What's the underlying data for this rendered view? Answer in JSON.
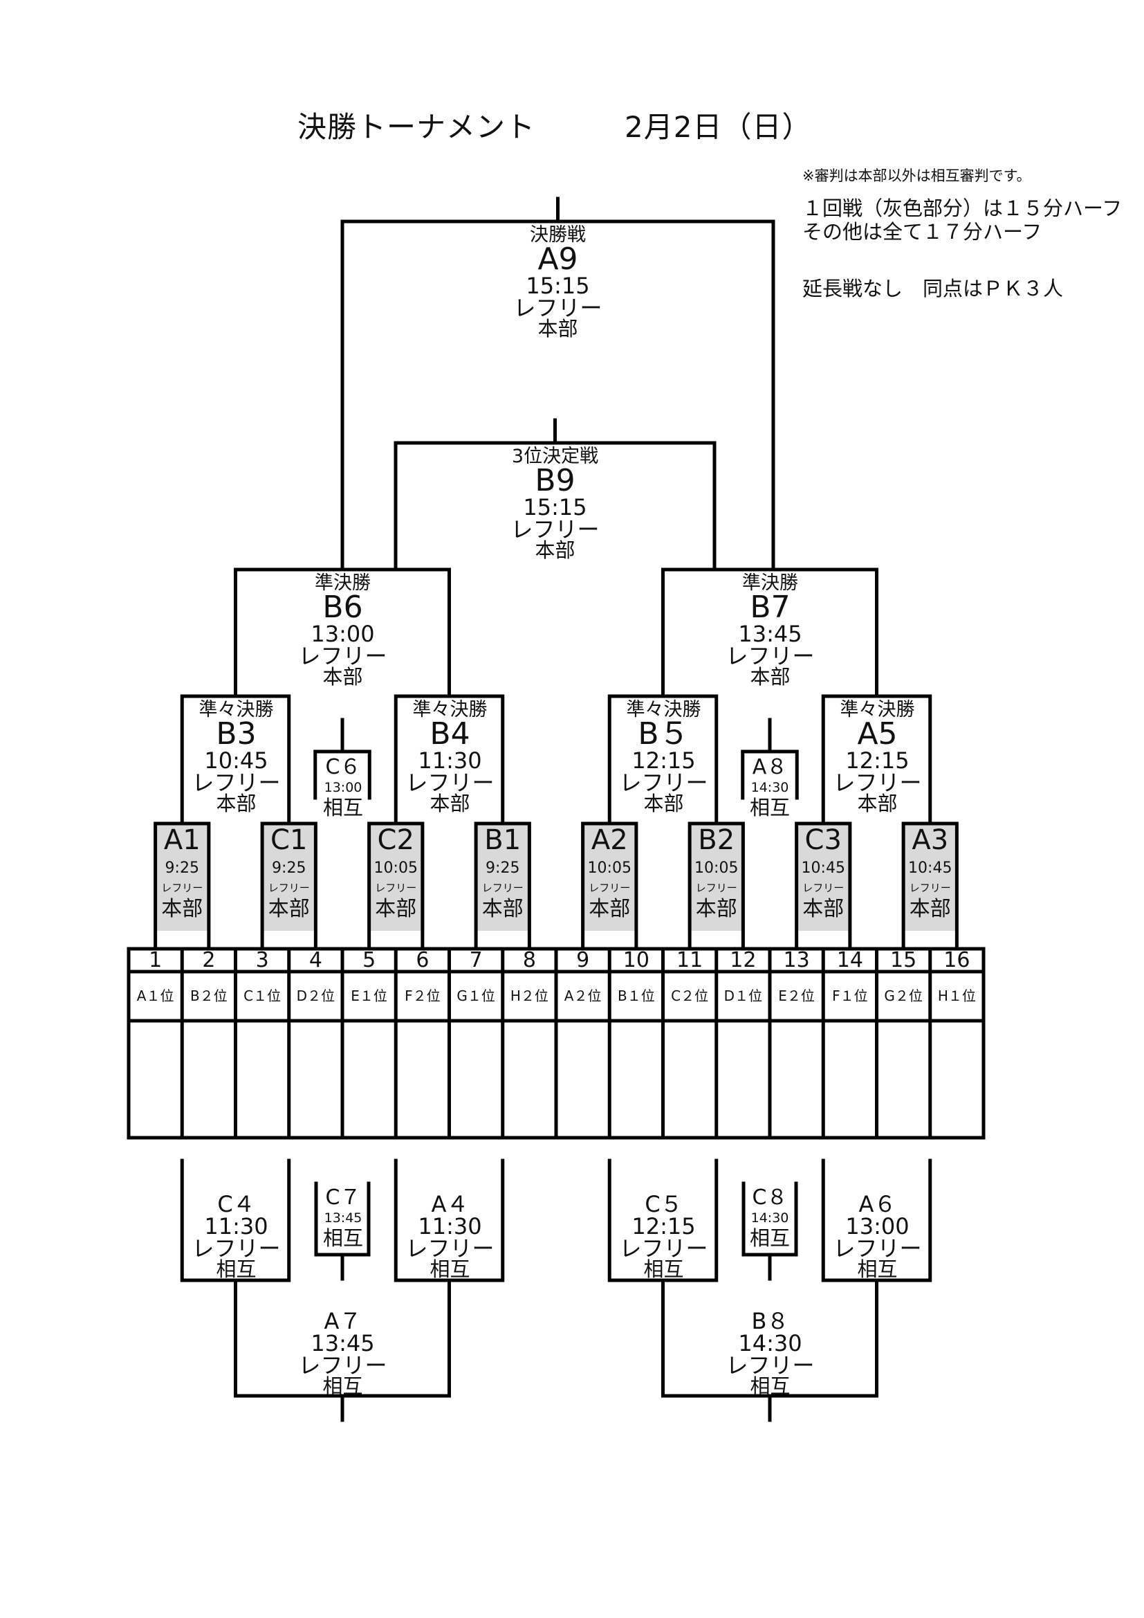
{
  "header": {
    "title": "決勝トーナメント",
    "date": "2月2日（日）"
  },
  "notes": {
    "referee_note": "※審判は本部以外は相互審判です。",
    "line1": "１回戦（灰色部分）は１５分ハーフ",
    "line2": "その他は全て１７分ハーフ",
    "line3": "延長戦なし　同点はＰＫ３人"
  },
  "colors": {
    "line": "#000000",
    "first_round_fill": "#d9d9d9",
    "background": "#ffffff"
  },
  "final": {
    "label": "決勝戦",
    "code": "A9",
    "time": "15:15",
    "ref_label": "レフリー",
    "ref": "本部"
  },
  "third_place": {
    "label": "3位決定戦",
    "code": "B9",
    "time": "15:15",
    "ref_label": "レフリー",
    "ref": "本部"
  },
  "semifinals": [
    {
      "label": "準決勝",
      "code": "B6",
      "time": "13:00",
      "ref_label": "レフリー",
      "ref": "本部"
    },
    {
      "label": "準決勝",
      "code": "B7",
      "time": "13:45",
      "ref_label": "レフリー",
      "ref": "本部"
    }
  ],
  "quarterfinals": [
    {
      "label": "準々決勝",
      "code": "B3",
      "time": "10:45",
      "ref_label": "レフリー",
      "ref": "本部"
    },
    {
      "label": "準々決勝",
      "code": "B4",
      "time": "11:30",
      "ref_label": "レフリー",
      "ref": "本部"
    },
    {
      "label": "準々決勝",
      "code": "B５",
      "time": "12:15",
      "ref_label": "レフリー",
      "ref": "本部"
    },
    {
      "label": "準々決勝",
      "code": "A5",
      "time": "12:15",
      "ref_label": "レフリー",
      "ref": "本部"
    }
  ],
  "placement_small_upper": [
    {
      "code": "C６",
      "time": "13:00",
      "ref": "相互"
    },
    {
      "code": "A８",
      "time": "14:30",
      "ref": "相互"
    }
  ],
  "first_round": [
    {
      "code": "A1",
      "time": "9:25",
      "ref_label": "レフリー",
      "ref": "本部"
    },
    {
      "code": "C1",
      "time": "9:25",
      "ref_label": "レフリー",
      "ref": "本部"
    },
    {
      "code": "C2",
      "time": "10:05",
      "ref_label": "レフリー",
      "ref": "本部"
    },
    {
      "code": "B1",
      "time": "9:25",
      "ref_label": "レフリー",
      "ref": "本部"
    },
    {
      "code": "A2",
      "time": "10:05",
      "ref_label": "レフリー",
      "ref": "本部"
    },
    {
      "code": "B2",
      "time": "10:05",
      "ref_label": "レフリー",
      "ref": "本部"
    },
    {
      "code": "C3",
      "time": "10:45",
      "ref_label": "レフリー",
      "ref": "本部"
    },
    {
      "code": "A3",
      "time": "10:45",
      "ref_label": "レフリー",
      "ref": "本部"
    }
  ],
  "slots": {
    "numbers": [
      "1",
      "2",
      "3",
      "4",
      "5",
      "6",
      "7",
      "8",
      "9",
      "10",
      "11",
      "12",
      "13",
      "14",
      "15",
      "16"
    ],
    "groups": [
      "A１位",
      "B２位",
      "C１位",
      "D２位",
      "E１位",
      "F２位",
      "G１位",
      "H２位",
      "A２位",
      "B１位",
      "C２位",
      "D１位",
      "E２位",
      "F１位",
      "G２位",
      "H１位"
    ],
    "teams": [
      "",
      "",
      "",
      "",
      "",
      "",
      "",
      "",
      "",
      "",
      "",
      "",
      "",
      "",
      "",
      ""
    ]
  },
  "consolation": [
    {
      "code": "C４",
      "time": "11:30",
      "ref_label": "レフリー",
      "ref": "相互"
    },
    {
      "code": "A４",
      "time": "11:30",
      "ref_label": "レフリー",
      "ref": "相互"
    },
    {
      "code": "C５",
      "time": "12:15",
      "ref_label": "レフリー",
      "ref": "相互"
    },
    {
      "code": "A６",
      "time": "13:00",
      "ref_label": "レフリー",
      "ref": "相互"
    }
  ],
  "placement_small_lower": [
    {
      "code": "C７",
      "time": "13:45",
      "ref": "相互"
    },
    {
      "code": "C８",
      "time": "14:30",
      "ref": "相互"
    }
  ],
  "consolation_finals": [
    {
      "code": "A７",
      "time": "13:45",
      "ref_label": "レフリー",
      "ref": "相互"
    },
    {
      "code": "B８",
      "time": "14:30",
      "ref_label": "レフリー",
      "ref": "相互"
    }
  ]
}
